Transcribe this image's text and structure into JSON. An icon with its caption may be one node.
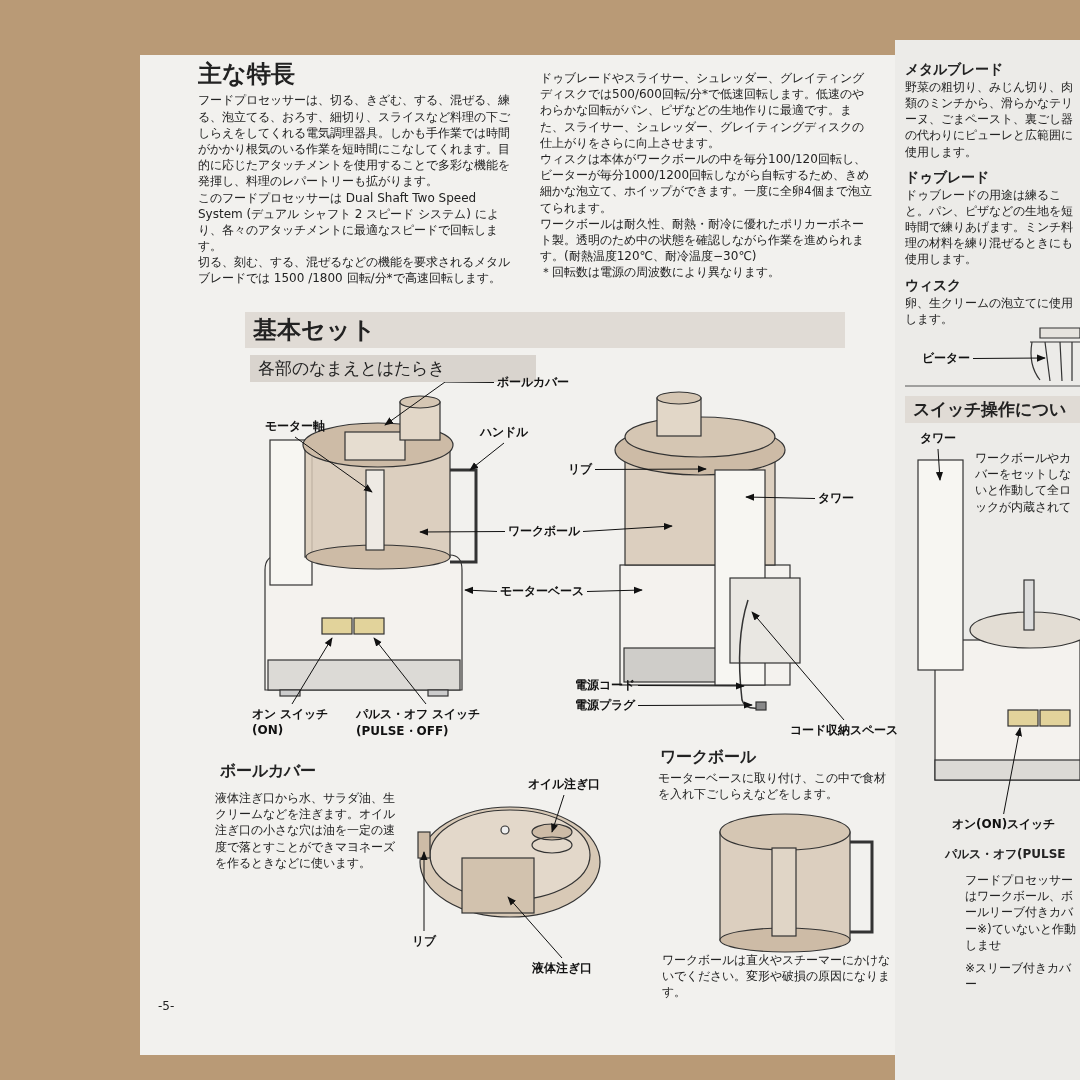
{
  "diagram": {
    "nodes": [
      {
        "text": [
          "モーター軸"
        ]
      },
      {
        "text": [
          "ボールカバー"
        ]
      },
      {
        "text": [
          "ハンドル"
        ]
      },
      {
        "text": [
          "ワークボール"
        ]
      },
      {
        "text": [
          "モーターベース"
        ]
      },
      {
        "text": [
          "オン スイッチ (ON)"
        ]
      },
      {
        "text": [
          "パルス・オフ スイッチ (PULSE・OFF)"
        ]
      },
      {
        "text": [
          "リブ"
        ]
      },
      {
        "text": [
          "タワー"
        ]
      },
      {
        "text": [
          "電源コード"
        ]
      },
      {
        "text": [
          "電源プラグ"
        ]
      },
      {
        "text": [
          "コード収納スペース"
        ]
      },
      {
        "text": [
          "オイル注ぎ口"
        ]
      },
      {
        "text": [
          "リブ"
        ]
      },
      {
        "text": [
          "液体注ぎ口"
        ]
      },
      {
        "text": [
          "ビーター"
        ]
      },
      {
        "text": [
          "タワー"
        ]
      },
      {
        "text": [
          "オン(ON)スイッチ"
        ]
      }
    ],
    "edges": [
      {
        "from": 0,
        "to": null,
        "arrow": "to"
      },
      {
        "from": 1,
        "to": null,
        "arrow": "to"
      },
      {
        "from": 2,
        "to": null,
        "arrow": "to"
      },
      {
        "from": 3,
        "to": null,
        "arrow": "to"
      },
      {
        "from": 3,
        "to": null,
        "arrow": "to"
      },
      {
        "from": 4,
        "to": null,
        "arrow": "to"
      },
      {
        "from": 4,
        "to": null,
        "arrow": "to"
      },
      {
        "from": 5,
        "to": null,
        "arrow": "to"
      },
      {
        "from": 6,
        "to": null,
        "arrow": "to"
      },
      {
        "from": 7,
        "to": null,
        "arrow": "to"
      },
      {
        "from": 8,
        "to": null,
        "arrow": "to"
      },
      {
        "from": 9,
        "to": null,
        "arrow": "to"
      },
      {
        "from": 10,
        "to": null,
        "arrow": "to"
      },
      {
        "from": 11,
        "to": null,
        "arrow": "to"
      },
      {
        "from": 12,
        "to": null,
        "arrow": "to"
      },
      {
        "from": 13,
        "to": null,
        "arrow": "to"
      },
      {
        "from": 14,
        "to": null,
        "arrow": "to"
      },
      {
        "from": 15,
        "to": null,
        "arrow": "to"
      },
      {
        "from": 16,
        "to": null,
        "arrow": "to"
      },
      {
        "from": 17,
        "to": null,
        "arrow": "to"
      }
    ],
    "labels": [
      "主な特長",
      "フードプロセッサーは、切る、きざむ、する、混ぜる、練る、泡立てる、おろす、細切り、スライスなど料理の下ごしらえをしてくれる電気調理器具。しかも手作業では時間がかかり根気のいる作業を短時間にこなしてくれます。目的に応じたアタッチメントを使用することで多彩な機能を発揮し、料理のレパートリーも拡がります。",
      "このフードプロセッサーは Dual Shaft Two Speed System (デュアル シャフト 2 スピード システム) により、各々のアタッチメントに最適なスピードで回転します。",
      "切る、刻む、する、混ぜるなどの機能を要求されるメタルブレードでは 1500 /1800 回転/分*で高速回転します。",
      "ドゥブレードやスライサー、シュレッダー、グレイティングディスクでは500/600回転/分*で低速回転します。低速のやわらかな回転がパン、ピザなどの生地作りに最適です。また、スライサー、シュレッダー、グレイティングディスクの仕上がりをさらに向上させます。",
      "ウィスクは本体がワークボールの中を毎分100/120回転し、ビーターが毎分1000/1200回転しながら自転するため、きめ細かな泡立て、ホイップができます。一度に全卵4個まで泡立てられます。",
      "ワークボールは耐久性、耐熱・耐冷に優れたポリカーボネート製。透明のため中の状態を確認しながら作業を進められます。(耐熱温度120℃、耐冷温度−30℃)",
      "＊回転数は電源の周波数により異なります。",
      "メタルブレード",
      "野菜の粗切り、みじん切り、肉類のミンチから、滑らかなテリーヌ、ごまペースト、裏ごし器の代わりにピューレと広範囲に使用します。",
      "ドゥブレード",
      "ドゥブレードの用途は練ること。パン、ピザなどの生地を短時間で練りあげます。ミンチ料理の材料を練り混ぜるときにも使用します。",
      "ウィスク",
      "卵、生クリームの泡立てに使用します。",
      "基本セット",
      "各部のなまえとはたらき",
      "スイッチ操作につい",
      "ワークボールやカバーをセットしないと作動して全ロックが内蔵されて",
      "ボールカバー",
      "液体注ぎ口から水、サラダ油、生クリームなどを注ぎます。オイル注ぎ口の小さな穴は油を一定の速度で落とすことができマヨネーズを作るときなどに使います。",
      "ワークボール",
      "モーターベースに取り付け、この中で食材を入れ下ごしらえなどをします。",
      "ワークボールは直火やスチーマーにかけないでください。変形や破損の原因になります。",
      "-5-",
      "パルス・オフ(PULSE",
      "フードプロセッサーはワークボール、ボールリーブ付きカバー※)ていないと作動しませ",
      "※スリーブ付きカバー"
    ]
  }
}
